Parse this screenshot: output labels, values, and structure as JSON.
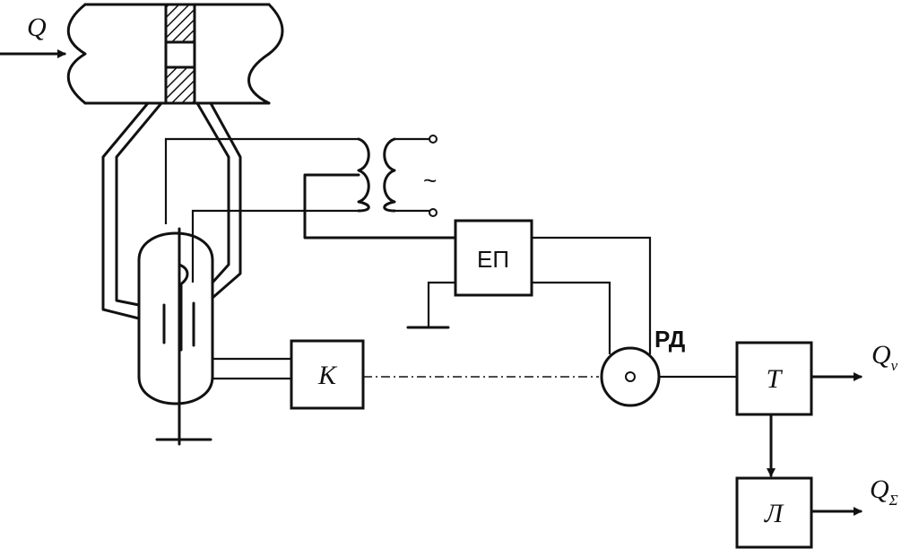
{
  "labels": {
    "input_flow": "Q",
    "ac_source": "~",
    "block_ep": "ЕП",
    "block_k": "К",
    "block_rd": "РД",
    "block_t": "Т",
    "block_l": "Л",
    "output_v_main": "Q",
    "output_v_sub": "v",
    "output_sum_main": "Q",
    "output_sum_sub": "Σ"
  }
}
